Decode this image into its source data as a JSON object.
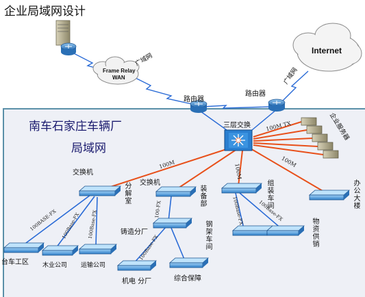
{
  "title": "企业局域网设计",
  "campus": {
    "name": "南车石家庄车辆厂",
    "subtitle": "局域网"
  },
  "clouds": {
    "internet": "Internet",
    "frame_relay_line1": "Frame Relay",
    "frame_relay_line2": "WAN"
  },
  "labels": {
    "wan_left": "广域网",
    "wan_right": "广域网",
    "router_left": "路由器",
    "router_right": "路由器",
    "core_switch": "三层交换",
    "server_group": "企业服务器",
    "switch_left": "交换机",
    "switch_mid": "交换机",
    "dept_fenjie": "分解室",
    "dept_zhuangbei": "装备部",
    "dept_zuzhuang": "组装车间",
    "dept_bangong": "办公大楼",
    "dept_zhuzao": "铸造分厂",
    "dept_gangjia": "钢架车间",
    "dept_wuzi": "物资供销",
    "leaf_taiche": "台车工区",
    "leaf_muye": "木业公司",
    "leaf_yunshu": "运输公司",
    "leaf_jidian": "机电 分厂",
    "leaf_zonghe": "综合保障"
  },
  "links": {
    "core_servers": "100M TX",
    "core_left": "100M",
    "core_down": "100M",
    "core_bangong": "100M",
    "fx_left1": "100BASE-FX",
    "fx_left2": "100Base-FX",
    "fx_left3": "100Base-FX",
    "fx_mid": "100-FX",
    "fx_zhuzao": "100Base-FX",
    "fx_zuzhuang1": "100Base-FX",
    "fx_zuzhuang2": "100Base-FX"
  },
  "colors": {
    "fiber_link": "#e8501a",
    "lan_link": "#2a6bd6",
    "campus_border": "#5a8fa8",
    "switch_fill": "#3a8fd8"
  }
}
